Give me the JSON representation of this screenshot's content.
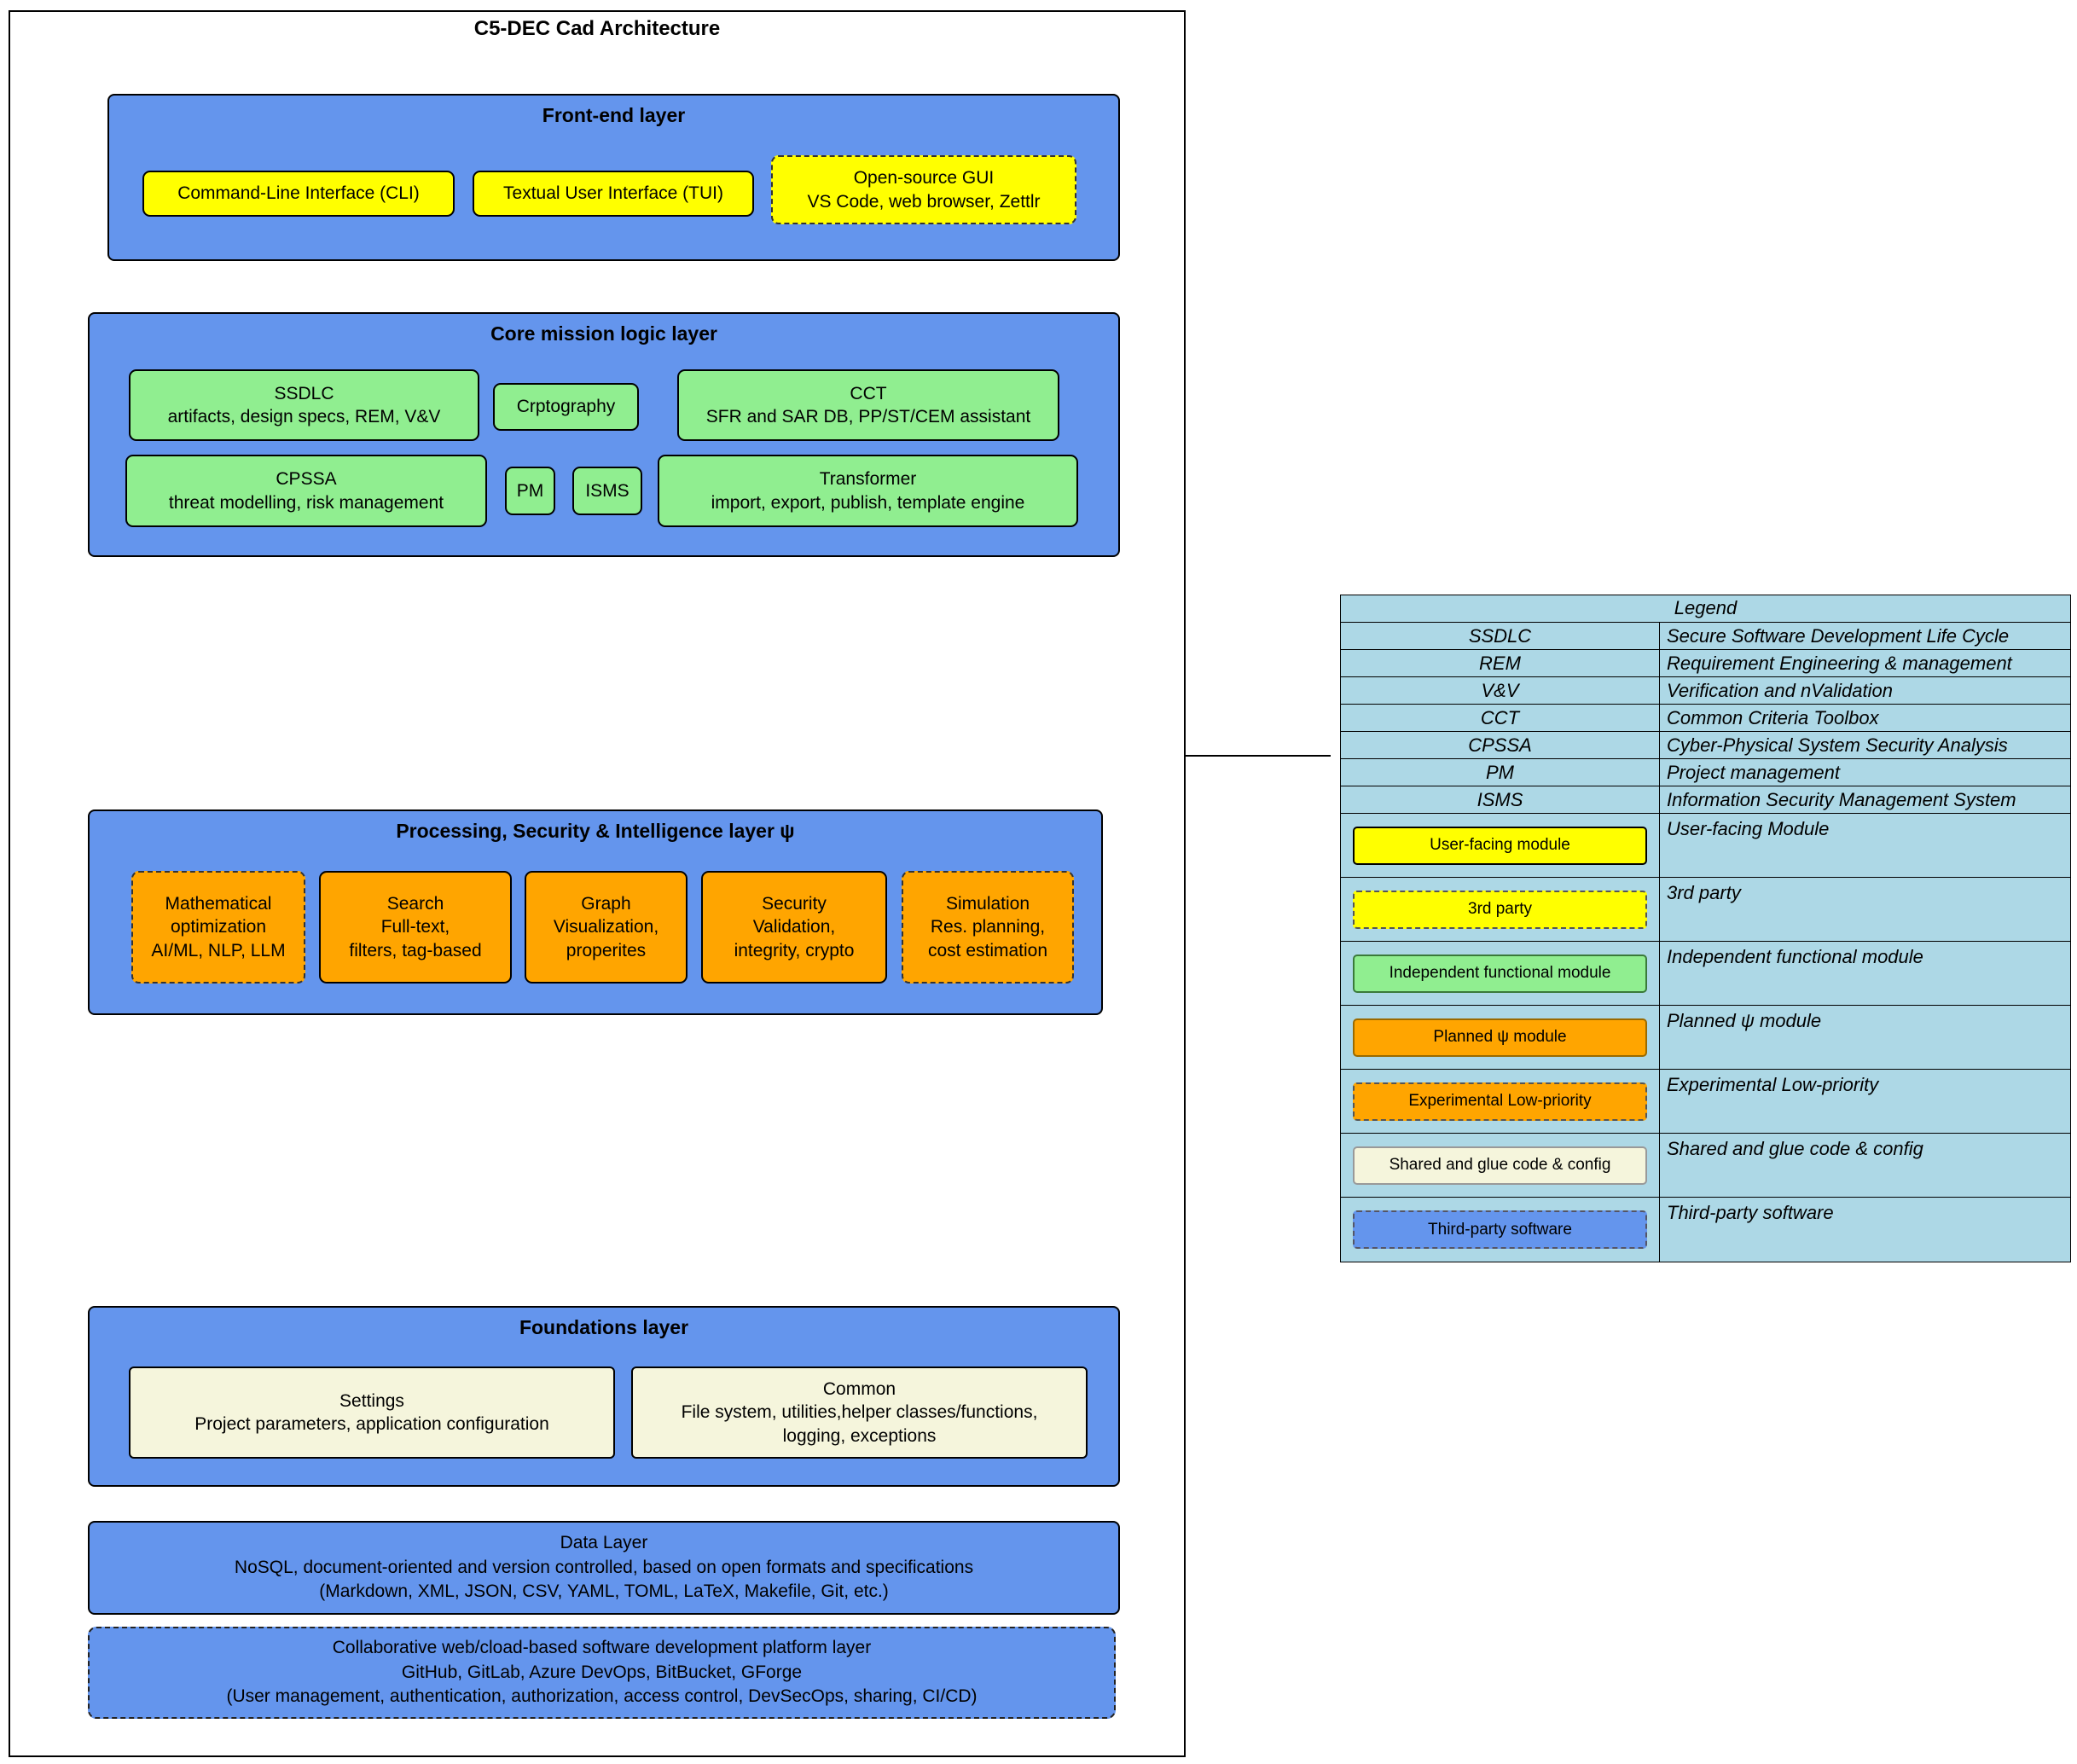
{
  "diagram_title": "C5-DEC Cad Architecture",
  "colors": {
    "layer_blue": "#6495ED",
    "module_green": "#90EE90",
    "module_yellow": "#FFFF00",
    "module_orange": "#FFA500",
    "module_beige": "#F5F5DC",
    "legend_background": "#ADD8E6",
    "border": "#000000",
    "text": "#000000"
  },
  "layers": {
    "frontend": {
      "title": "Front-end layer",
      "cli": "Command-Line Interface (CLI)",
      "tui": "Textual User Interface (TUI)",
      "gui": "Open-source GUI\nVS Code, web browser, Zettlr"
    },
    "core": {
      "title": "Core mission logic layer",
      "ssdlc": "SSDLC\nartifacts, design specs, REM, V&V",
      "cryptography": "Crptography",
      "cct": "CCT\nSFR and SAR DB, PP/ST/CEM assistant",
      "cpssa": "CPSSA\nthreat modelling, risk management",
      "pm": "PM",
      "isms": "ISMS",
      "transformer": "Transformer\nimport, export, publish, template engine"
    },
    "processing": {
      "title": "Processing, Security & Intelligence layer ψ",
      "math": "Mathematical\noptimization\nAI/ML, NLP, LLM",
      "search": "Search\nFull-text,\nfilters, tag-based",
      "graph": "Graph\nVisualization,\nproperites",
      "security": "Security\nValidation,\nintegrity, crypto",
      "simulation": "Simulation\nRes. planning,\ncost estimation"
    },
    "foundations": {
      "title": "Foundations layer",
      "settings": "Settings\nProject parameters, application configuration",
      "common": "Common\nFile system, utilities,helper classes/functions,\nlogging, exceptions"
    },
    "data_layer": "Data Layer\nNoSQL, document-oriented and version controlled, based on open formats and specifications\n(Markdown, XML, JSON, CSV, YAML, TOML, LaTeX, Makefile, Git, etc.)",
    "collaboration_layer": "Collaborative web/cload-based software development platform layer\nGitHub, GitLab, Azure DevOps, BitBucket, GForge\n(User management, authentication, authorization, access control, DevSecOps, sharing, CI/CD)"
  },
  "legend": {
    "title": "Legend",
    "terms": [
      {
        "abbr": "SSDLC",
        "definition": "Secure Software Development Life Cycle"
      },
      {
        "abbr": "REM",
        "definition": "Requirement Engineering & management"
      },
      {
        "abbr": "V&V",
        "definition": "Verification and nValidation"
      },
      {
        "abbr": "CCT",
        "definition": "Common Criteria Toolbox"
      },
      {
        "abbr": "CPSSA",
        "definition": "Cyber-Physical System Security Analysis"
      },
      {
        "abbr": "PM",
        "definition": "Project management"
      },
      {
        "abbr": "ISMS",
        "definition": "Information Security Management System"
      }
    ],
    "samples": [
      {
        "label": "User-facing module",
        "definition": "User-facing Module"
      },
      {
        "label": "3rd party",
        "definition": "3rd party"
      },
      {
        "label": "Independent functional module",
        "definition": "Independent functional module"
      },
      {
        "label": "Planned ψ module",
        "definition": "Planned ψ module"
      },
      {
        "label": "Experimental Low-priority",
        "definition": "Experimental Low-priority"
      },
      {
        "label": "Shared and glue code & config",
        "definition": "Shared and glue code & config"
      },
      {
        "label": "Third-party software",
        "definition": "Third-party software"
      }
    ]
  }
}
